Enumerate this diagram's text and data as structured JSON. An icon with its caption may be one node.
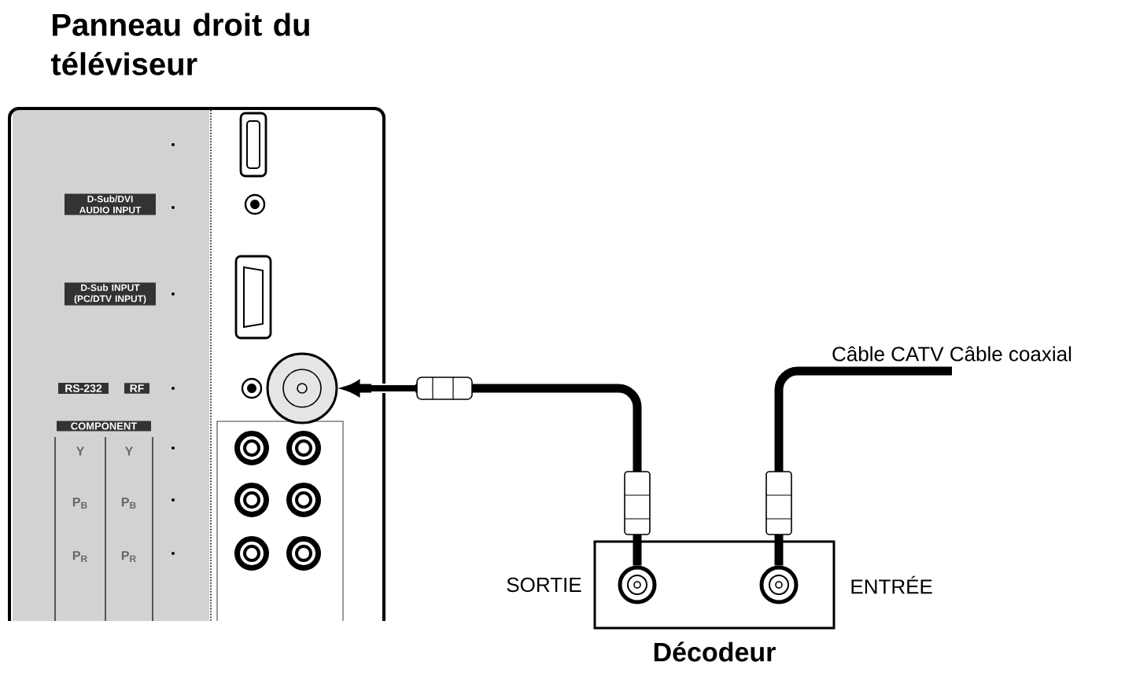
{
  "diagram": {
    "title": "Panneau droit du téléviseur",
    "nodes": [
      {
        "text": [],
        "shape": "box"
      },
      {
        "text": [],
        "shape": "circle",
        "in": 0
      },
      {
        "text": [
          "Décodeur"
        ]
      },
      {
        "text": [],
        "shape": "circle",
        "in": 2
      },
      {
        "text": [],
        "shape": "circle",
        "in": 2
      },
      {
        "text": [
          "Câble CATV Câble coaxial"
        ]
      },
      {
        "text": [],
        "shape": "circle",
        "in": 0
      },
      {
        "text": [],
        "shape": "circle",
        "in": 0
      },
      {
        "text": [],
        "shape": "circle",
        "in": 0
      },
      {
        "text": [],
        "shape": "circle",
        "in": 0
      },
      {
        "text": [],
        "shape": "circle",
        "in": 0
      },
      {
        "text": [],
        "shape": "circle",
        "in": 0
      }
    ],
    "edges": [
      {
        "from": 3,
        "to": 1,
        "arrow": "to"
      },
      {
        "from": 5,
        "to": 4,
        "arrow": "none"
      }
    ],
    "labels": [
      "D-Sub/DVI AUDIO INPUT",
      "D-Sub INPUT (PC/DTV INPUT)",
      "RS-232",
      "RF",
      "COMPONENT",
      "Y",
      "Y",
      "P$_{B}$",
      "P$_{B}$",
      "P$_{R}$",
      "P$_{R}$",
      "SORTIE",
      "ENTRÉE"
    ]
  }
}
